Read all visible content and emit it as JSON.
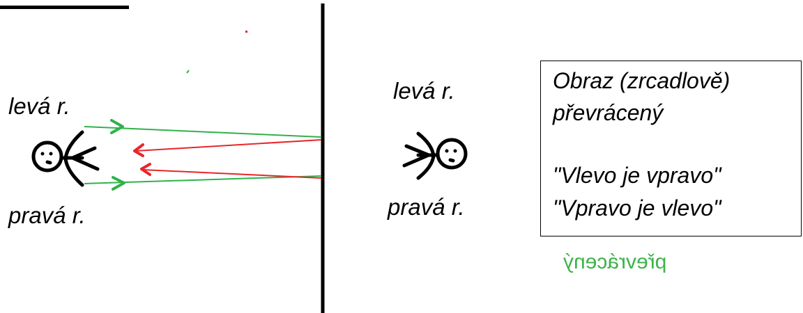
{
  "left_scene": {
    "label_left_hand": "levá r.",
    "label_right_hand": "pravá r."
  },
  "right_scene": {
    "label_left_hand": "levá r.",
    "label_right_hand": "pravá r."
  },
  "info_box": {
    "line1": "Obraz (zrcadlově)",
    "line2": "převrácený",
    "line3": "\"Vlevo je vpravo\"",
    "line4": "\"Vpravo je vlevo\""
  },
  "mirrored_word": "převrácený",
  "colors": {
    "incoming_rays": "#2fb24a",
    "reflected_rays": "#e8262b",
    "mirror": "#000000",
    "figure": "#000000",
    "mirrored_text": "#3cb34a"
  },
  "icons": [
    "stick-figure-icon",
    "mirror-line",
    "ray-arrow-icon"
  ]
}
